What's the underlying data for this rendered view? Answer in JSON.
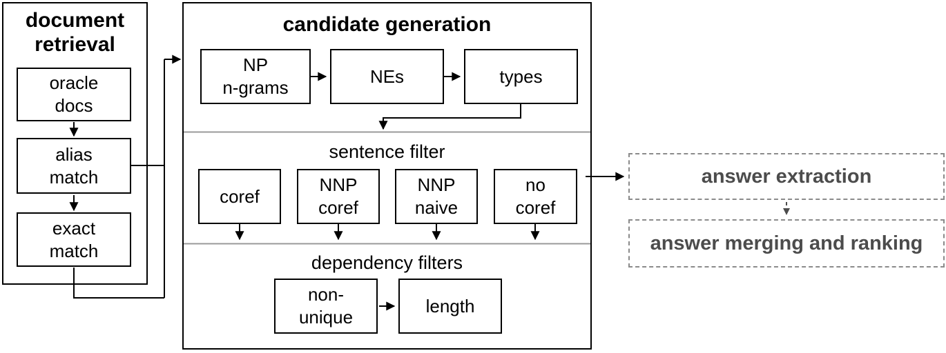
{
  "colors": {
    "line": "#000000",
    "box_border": "#000000",
    "section_divider": "#999999",
    "dashed_border": "#8a8a8a",
    "stage_text": "#4c4c4c",
    "background": "#ffffff"
  },
  "document_retrieval": {
    "title": {
      "line1": "document",
      "line2": "retrieval"
    },
    "oracle_docs": {
      "line1": "oracle",
      "line2": "docs"
    },
    "alias_match": {
      "line1": "alias",
      "line2": "match"
    },
    "exact_match": {
      "line1": "exact",
      "line2": "match"
    }
  },
  "candidate_generation": {
    "title": "candidate generation",
    "generators": {
      "np_ngrams": {
        "line1": "NP",
        "line2": "n-grams"
      },
      "nes": "NEs",
      "types": "types"
    },
    "sentence_filter": {
      "title": "sentence filter",
      "filters": [
        {
          "line1": "coref"
        },
        {
          "line1": "NNP",
          "line2": "coref"
        },
        {
          "line1": "NNP",
          "line2": "naive"
        },
        {
          "line1": "no",
          "line2": "coref"
        }
      ]
    },
    "dependency_filters": {
      "title": "dependency filters",
      "non_unique": {
        "line1": "non-",
        "line2": "unique"
      },
      "length": "length"
    }
  },
  "answer_stages": {
    "extraction": "answer extraction",
    "merging_ranking": "answer merging and ranking"
  }
}
